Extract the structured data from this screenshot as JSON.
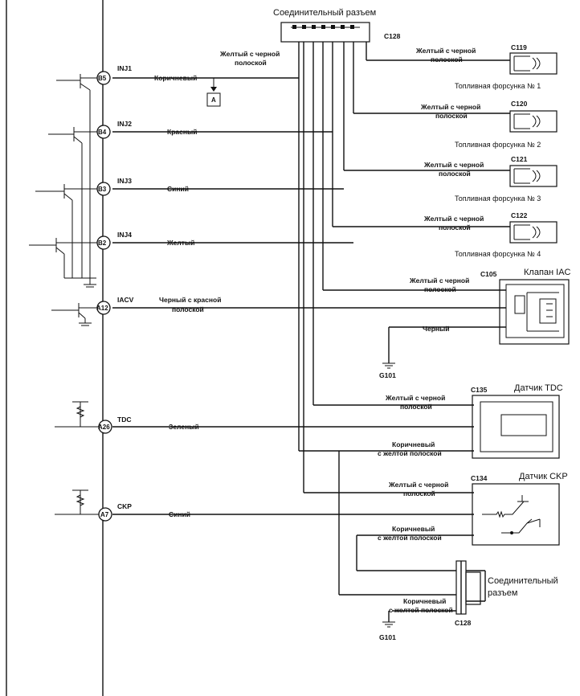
{
  "title": "Соединительный разъем",
  "connectors": {
    "c128_top": "C128",
    "c128_bottom": "C128",
    "c119": "C119",
    "c120": "C120",
    "c121": "C121",
    "c122": "C122",
    "c105": "C105",
    "c135": "C135",
    "c134": "C134"
  },
  "ground": {
    "g1": "G101",
    "g2": "G101"
  },
  "ecm_pins": [
    {
      "pin": "B5",
      "signal": "INJ1",
      "wire": "Коричневый"
    },
    {
      "pin": "B4",
      "signal": "INJ2",
      "wire": "Красный"
    },
    {
      "pin": "B3",
      "signal": "INJ3",
      "wire": "Синий"
    },
    {
      "pin": "B2",
      "signal": "INJ4",
      "wire": "Желтый"
    },
    {
      "pin": "A12",
      "signal": "IACV",
      "wire1": "Черный с красной",
      "wire2": "полоской"
    },
    {
      "pin": "A26",
      "signal": "TDC",
      "wire": "Зеленый"
    },
    {
      "pin": "A7",
      "signal": "CKP",
      "wire": "Синий"
    }
  ],
  "marker_a": "A",
  "yb1": "Желтый с черной",
  "yb2": "полоской",
  "brown_y1": "Коричневый",
  "brown_y2": "с желтой полоской",
  "black": "Черный",
  "components": {
    "inj1": "Топливная форсунка № 1",
    "inj2": "Топливная форсунка № 2",
    "inj3": "Топливная форсунка № 3",
    "inj4": "Топливная форсунка № 4",
    "iac": "Клапан IAC",
    "tdc": "Датчик TDC",
    "ckp": "Датчик CKP",
    "joint1": "Соединительный",
    "joint2": "разъем"
  }
}
